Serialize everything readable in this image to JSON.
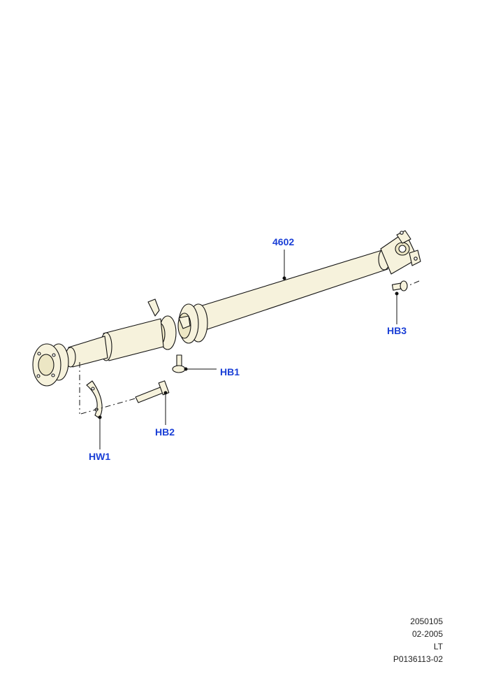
{
  "callouts": {
    "shaft": "4602",
    "hb1": "HB1",
    "hb2": "HB2",
    "hb3": "HB3",
    "hw1": "HW1"
  },
  "reference": {
    "line1": "2050105",
    "line2": "02-2005",
    "line3": "LT",
    "line4": "P0136113-02"
  },
  "colors": {
    "callout_text": "#1a3fd6",
    "part_fill": "#f6f2dc",
    "line": "#111111"
  }
}
